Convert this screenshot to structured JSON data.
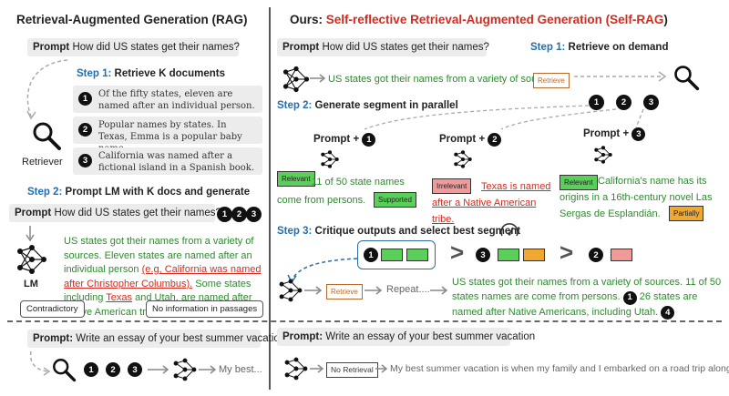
{
  "left": {
    "title": "Retrieval-Augmented Generation (RAG)",
    "prompt_label": "Prompt",
    "prompt_text": "How did US states get their names?",
    "step1_num": "Step 1:",
    "step1_text": "Retrieve K documents",
    "docs": [
      {
        "num": "1",
        "text": "Of the fifty states, eleven are named after an individual person."
      },
      {
        "num": "2",
        "text": "Popular names by states. In Texas, Emma is a popular baby name."
      },
      {
        "num": "3",
        "text": "California was named after a fictional island in a Spanish book."
      }
    ],
    "retriever_label": "Retriever",
    "step2_num": "Step 2:",
    "step2_text": "Prompt LM with K docs and generate",
    "prompt2_text": "How did US states get their names? +",
    "lm_label": "LM",
    "output_a": "US states got their names from a variety of sources. Eleven states are named after an individual person",
    "output_red": "(e.g, California was named after Christopher Columbus).",
    "output_b": "Some states including",
    "output_texas": "Texas",
    "output_c": "and Utah, are named after Native American tribe.",
    "callout_contradictory": "Contradictory",
    "callout_noinfo": "No information in passages"
  },
  "right": {
    "title_prefix": "Ours:",
    "title_main": "Self-reflective Retrieval-Augmented Generation (",
    "title_selfrag": "Self-RAG",
    "title_end": ")",
    "prompt_label": "Prompt",
    "prompt_text": "How did US states get their names?",
    "step1_num": "Step 1:",
    "step1_text": "Retrieve on demand",
    "first_output": "US states got their names from a variety of sources.",
    "retrieve_tag": "Retrieve",
    "step2_num": "Step 2:",
    "step2_text": "Generate segment in parallel",
    "prompt_plus": "Prompt +",
    "seg1_tag": "Relevant",
    "seg1_text": "11 of 50 state names come from persons.",
    "seg1_support": "Supported",
    "seg2_tag": "Irrelevant",
    "seg2_text": "Texas is named after a Native American tribe.",
    "seg3_tag": "Relevant",
    "seg3_text": "California's name has its origins in a 16th-century novel Las Sergas de Esplandián.",
    "seg3_support": "Partially",
    "step3_num": "Step 3:",
    "step3_text": "Critique outputs and select best segment",
    "retrieve_tag2": "Retrieve",
    "repeat_text": "Repeat....",
    "final_output_a": "US states got their names from a variety of sources. 11 of 50 states names are come from persons.",
    "final_output_b": "26 states are named after Native Americans, including Utah."
  },
  "bottom": {
    "prompt_label": "Prompt:",
    "prompt_text": "Write an essay of your best summer vacation",
    "left_output": "My best...",
    "no_retrieval_tag": "No Retrieval",
    "right_output": "My best summer vacation is when my family and I embarked on a road trip along ..."
  },
  "numbers": [
    "1",
    "2",
    "3",
    "4"
  ],
  "colors": {
    "accent_red": "#d62a1e",
    "accent_blue": "#1f6fb5",
    "text_green": "#2e8b2e",
    "tag_green": "#5ad05a",
    "tag_pink": "#f29a9a",
    "tag_orange": "#f0a830"
  }
}
